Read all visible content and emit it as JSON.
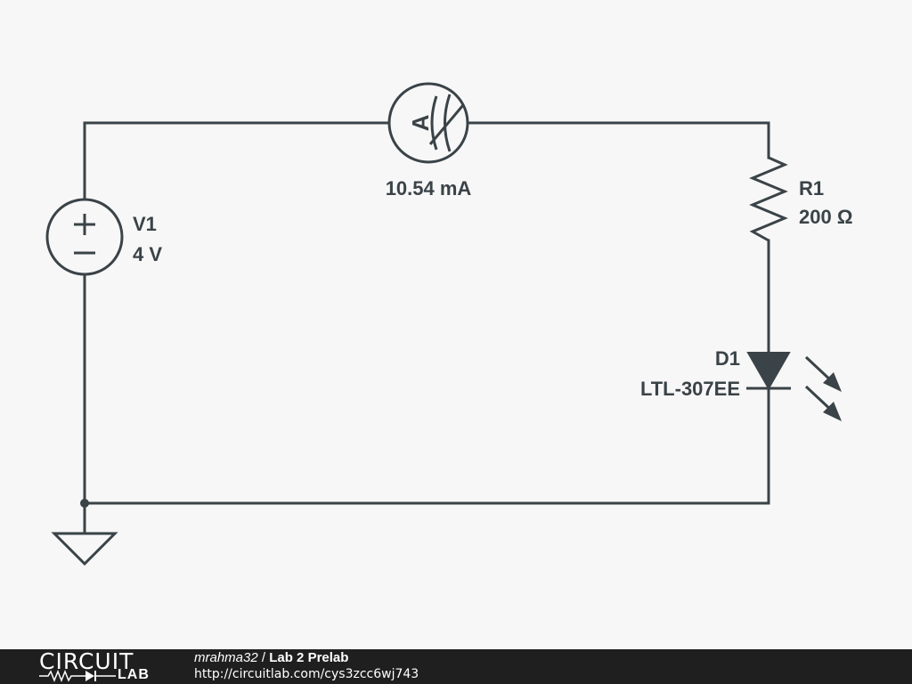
{
  "schematic": {
    "source": {
      "name": "V1",
      "value": "4 V"
    },
    "ammeter": {
      "symbol": "A",
      "reading": "10.54 mA"
    },
    "resistor": {
      "name": "R1",
      "value": "200 Ω"
    },
    "led": {
      "name": "D1",
      "part": "LTL-307EE"
    }
  },
  "footer": {
    "logo_top": "CIRCUIT",
    "logo_bottom": "LAB",
    "author": "mrahma32",
    "separator": " / ",
    "title": "Lab 2 Prelab",
    "url": "http://circuitlab.com/cys3zcc6wj743"
  },
  "colors": {
    "background": "#f7f7f7",
    "ink": "#3a4347",
    "footer_bg": "#1f1f1f",
    "footer_text": "#ffffff"
  }
}
